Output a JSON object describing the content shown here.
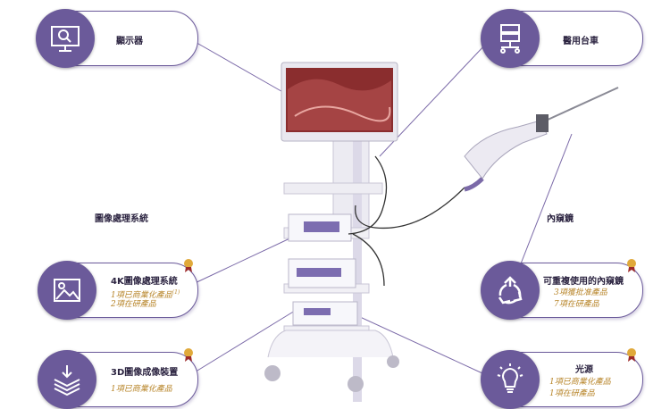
{
  "items": {
    "display": {
      "label": "顯示器",
      "icon": "monitor-search-icon"
    },
    "cart": {
      "label": "醫用台車",
      "icon": "cart-icon"
    },
    "proc4k": {
      "label": "4K圖像處理系統",
      "sub1": "1項已商業化產品",
      "sup": "(1)",
      "sub2": "2項在研產品",
      "icon": "image-icon"
    },
    "reusable": {
      "label": "可重複使用的內窺鏡",
      "sub1": "3項獲批准產品",
      "sub2": "7項在研產品",
      "icon": "recycle-icon"
    },
    "imaging3d": {
      "label": "3D圖像成像裝置",
      "sub1": "1項已商業化產品",
      "icon": "layers-icon"
    },
    "light": {
      "label": "光源",
      "sub1": "1項已商業化產品",
      "sub2": "1項在研產品",
      "icon": "bulb-icon"
    }
  },
  "sections": {
    "left": "圖像處理系統",
    "right": "內窺鏡"
  },
  "colors": {
    "accent": "#6b5a9a",
    "gold": "#b8862b",
    "text": "#2b2340"
  }
}
